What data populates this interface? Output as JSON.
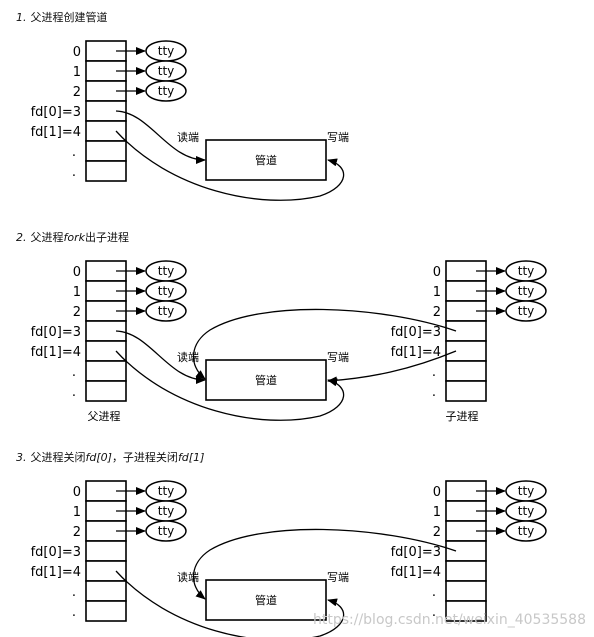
{
  "sections": [
    {
      "number": "1.",
      "title": "父进程创建管道",
      "parent_caption": "",
      "child_caption": ""
    },
    {
      "number": "2.",
      "title_pre": "父进程",
      "title_italic": "fork",
      "title_post": "出子进程",
      "parent_caption": "父进程",
      "child_caption": "子进程"
    },
    {
      "number": "3.",
      "title_pre": "父进程关闭",
      "title_italic1": "fd[0]",
      "title_mid": "，子进程关闭",
      "title_italic2": "fd[1]"
    }
  ],
  "fd_labels": [
    "0",
    "1",
    "2",
    "fd[0]=3",
    "fd[1]=4",
    ".",
    "."
  ],
  "tty_label": "tty",
  "pipe_label": "管道",
  "read_end_label": "读端",
  "write_end_label": "写端",
  "watermark": "https://blog.csdn.net/weixin_40535588"
}
